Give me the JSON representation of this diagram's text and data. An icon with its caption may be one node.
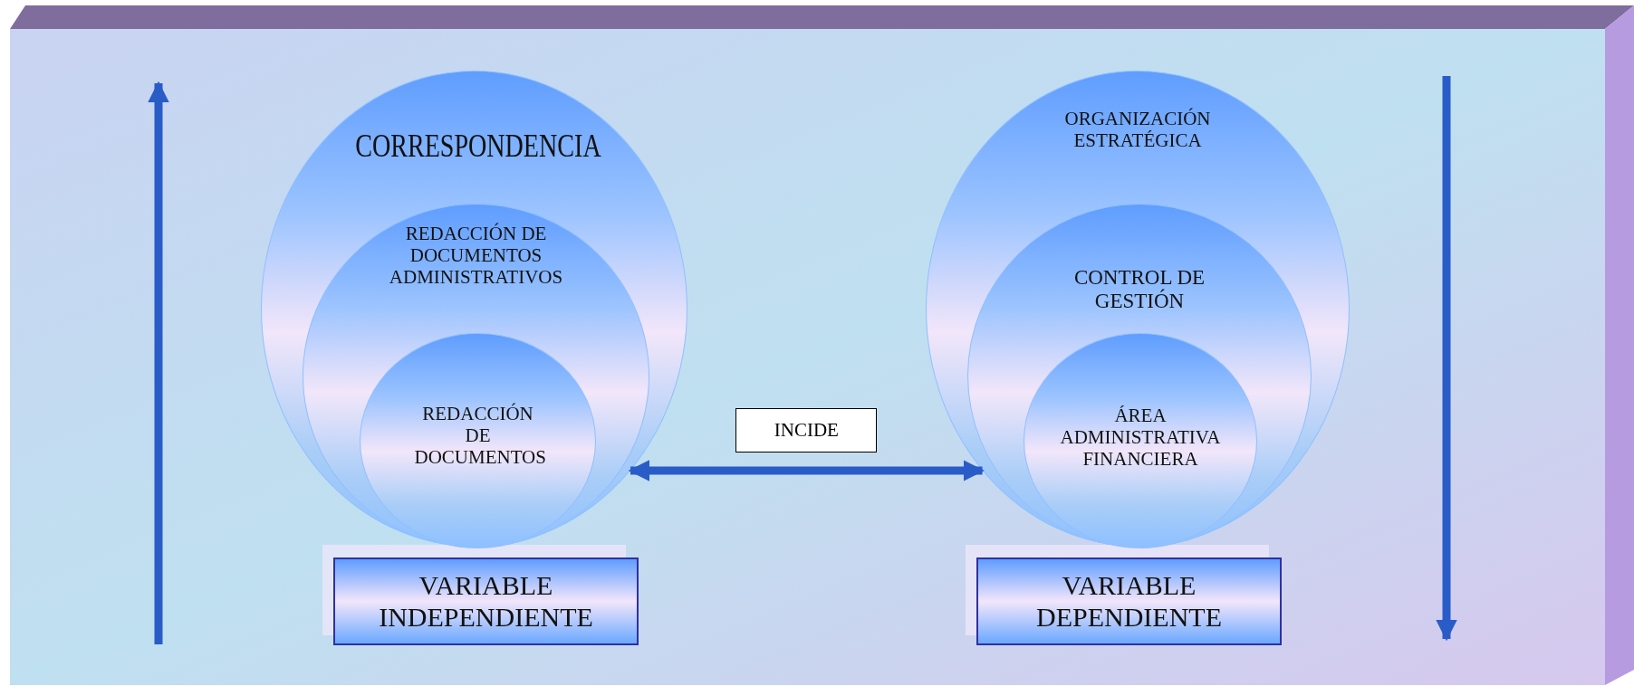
{
  "diagram": {
    "nodes": [
      {
        "text": [
          "CORRESPONDENCIA"
        ]
      },
      {
        "text": [
          "REDACCIÓN DE DOCUMENTOS ADMINISTRATIVOS"
        ],
        "in": 0
      },
      {
        "text": [
          "REDACCIÓN DE DOCUMENTOS"
        ],
        "in": 1
      },
      {
        "text": [
          "VARIABLE INDEPENDIENTE"
        ]
      },
      {
        "text": [
          "ORGANIZACIÓN ESTRATÉGICA"
        ]
      },
      {
        "text": [
          "CONTROL DE GESTIÓN"
        ],
        "in": 4
      },
      {
        "text": [
          "ÁREA ADMINISTRATIVA FINANCIERA"
        ],
        "in": 5
      },
      {
        "text": [
          "VARIABLE DEPENDIENTE"
        ]
      }
    ],
    "edges": [
      {
        "from": 0,
        "to": 4,
        "arrow": "both",
        "label": "INCIDE"
      }
    ]
  }
}
